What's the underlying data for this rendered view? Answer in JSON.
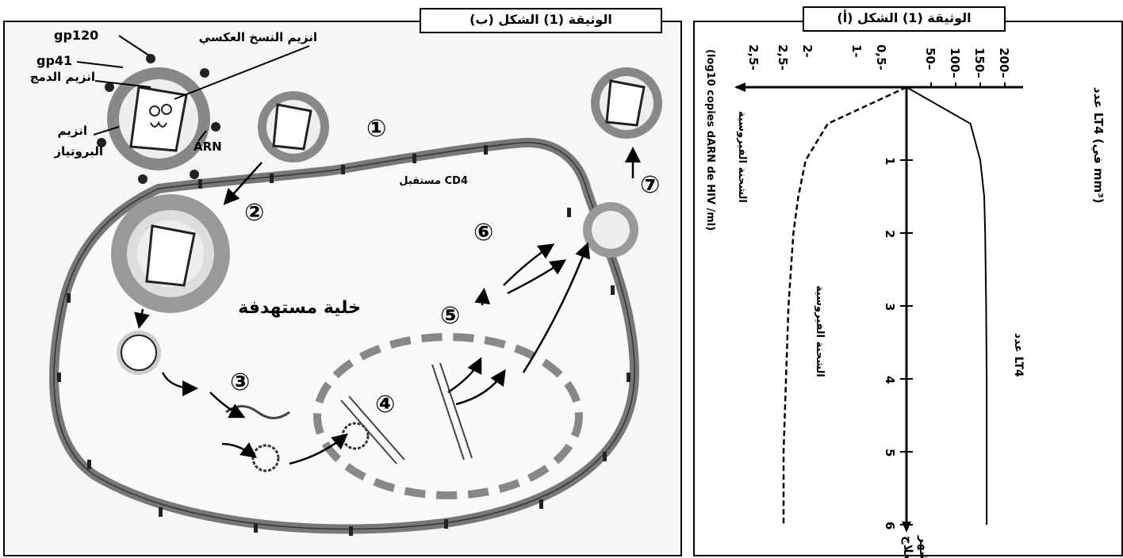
{
  "panel_b": {
    "title": "الوثيقة (1) الشكل (ب)",
    "labels": {
      "gp120": "gp120",
      "gp41": "gp41",
      "reverse_transcriptase": "انزيم النسخ العكسي",
      "integrase": "انزيم الدمج",
      "protease_line1": "انزيم",
      "protease_line2": "البروتياز",
      "arn": "ARN",
      "cd4": "مستقبل CD4",
      "target_cell": "خلية مستهدفة"
    },
    "steps": [
      "①",
      "②",
      "③",
      "④",
      "⑤",
      "⑥",
      "⑦"
    ]
  },
  "panel_a": {
    "title": "الوثيقة (1) الشكل (أ)",
    "top_axis_label": "عدد LT4 (في mm³)",
    "top_ticks": [
      "200",
      "150",
      "100",
      "50"
    ],
    "bottom_axis_label_line1": "الشحنة الفيروسية",
    "bottom_axis_label_line2": "(log10 copies dARN de HIV /ml)",
    "bottom_ticks": [
      "0,5-",
      "1-",
      "2-",
      "2,5-",
      "2,5-"
    ],
    "time_ticks": [
      "1",
      "2",
      "3",
      "4",
      "5",
      "6"
    ],
    "time_axis_label_line1": "أشهر",
    "time_axis_label_line2": "العلاج",
    "curve_labels": {
      "lt4": "عدد LT4",
      "viral": "الشحنة الفيروسية"
    }
  },
  "chart_data": {
    "type": "line",
    "x": [
      0,
      0.5,
      1,
      1.5,
      2,
      3,
      4,
      5,
      6
    ],
    "xlabel": "أشهر العلاج",
    "series": [
      {
        "name": "عدد LT4",
        "values": [
          0,
          130,
          150,
          158,
          160,
          162,
          163,
          163,
          163
        ]
      },
      {
        "name": "الشحنة الفيروسية",
        "values": [
          0,
          -1.6,
          -2.05,
          -2.2,
          -2.3,
          -2.4,
          -2.45,
          -2.5,
          -2.5
        ]
      }
    ],
    "ylabel": "عدد LT4 (في mm³) / الشحنة الفيروسية (log10 copies dARN de HIV /ml)"
  }
}
